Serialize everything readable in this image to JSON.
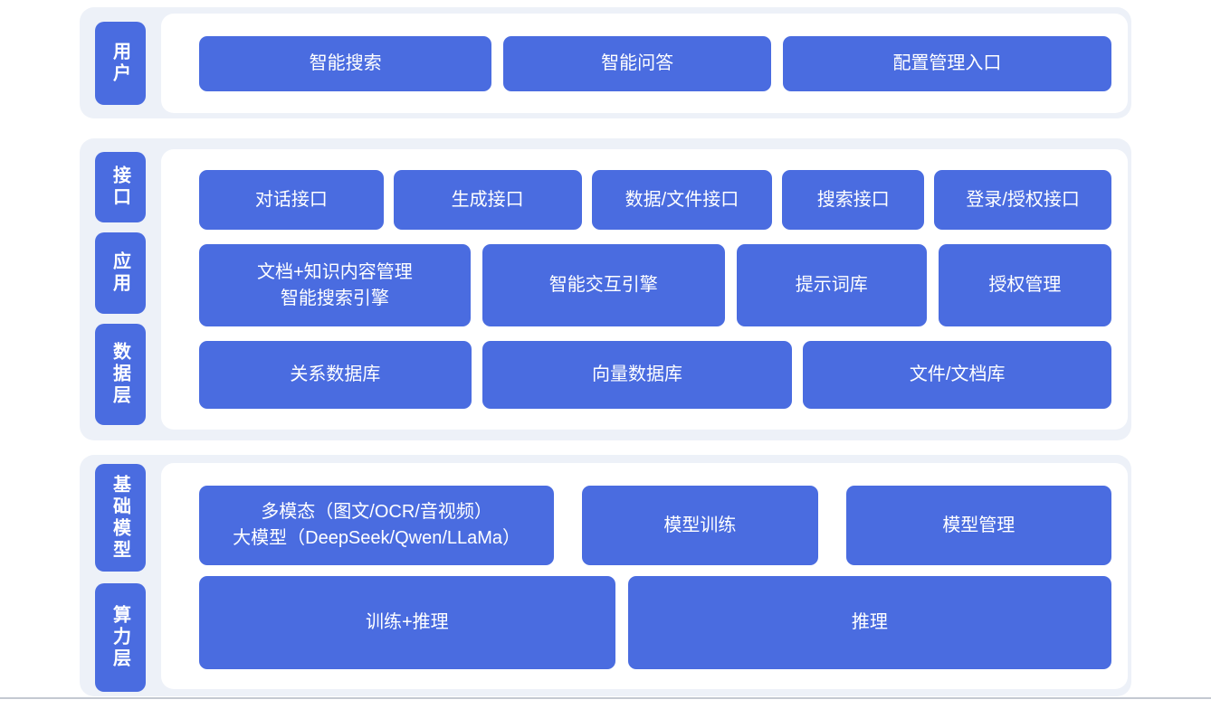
{
  "colors": {
    "block_blue": "#4A6CE0",
    "section_background": "#EDF1F8",
    "panel_background": "#FFFFFF",
    "text": "#FFFFFF"
  },
  "sections": [
    {
      "labels": [
        {
          "text": "用户"
        }
      ],
      "rows": [
        {
          "blocks": [
            {
              "label": "智能搜索"
            },
            {
              "label": "智能问答"
            },
            {
              "label": "配置管理入口"
            }
          ]
        }
      ]
    },
    {
      "labels": [
        {
          "text": "接口"
        },
        {
          "text": "应用"
        },
        {
          "text": "数据层"
        }
      ],
      "rows": [
        {
          "blocks": [
            {
              "label": "对话接口"
            },
            {
              "label": "生成接口"
            },
            {
              "label": "数据/文件接口"
            },
            {
              "label": "搜索接口"
            },
            {
              "label": "登录/授权接口"
            }
          ]
        },
        {
          "blocks": [
            {
              "label": "文档+知识内容管理\n智能搜索引擎"
            },
            {
              "label": "智能交互引擎"
            },
            {
              "label": "提示词库"
            },
            {
              "label": "授权管理"
            }
          ]
        },
        {
          "blocks": [
            {
              "label": "关系数据库"
            },
            {
              "label": "向量数据库"
            },
            {
              "label": "文件/文档库"
            }
          ]
        }
      ]
    },
    {
      "labels": [
        {
          "text": "基础模型"
        },
        {
          "text": "算力层"
        }
      ],
      "rows": [
        {
          "blocks": [
            {
              "label": "多模态（图文/OCR/音视频）\n大模型（DeepSeek/Qwen/LLaMa）"
            },
            {
              "label": "模型训练"
            },
            {
              "label": "模型管理"
            }
          ]
        },
        {
          "blocks": [
            {
              "label": "训练+推理"
            },
            {
              "label": "推理"
            }
          ]
        }
      ]
    }
  ]
}
